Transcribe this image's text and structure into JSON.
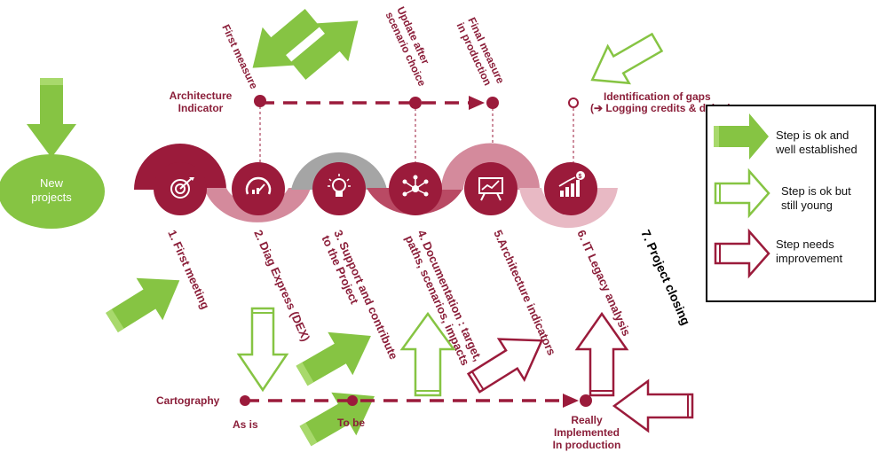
{
  "colors": {
    "green": "#86c443",
    "green_light": "#a8d96c",
    "maroon": "#9b1b3b",
    "maroon_mid": "#b94a64",
    "pink": "#d48a9c",
    "pink_light": "#e8b9c4",
    "gray": "#a5a5a5"
  },
  "new_projects": "New\nprojects",
  "architecture_indicator": "Architecture\nIndicator",
  "top_labels": {
    "first_measure": "First measure",
    "update": "Update after\nscenario choice",
    "final": "Final measure\nin production",
    "gaps": "Identification of gaps\n(➔ Logging  credits & debts)"
  },
  "steps": [
    "1. First meeting",
    "2. Diag Express (DEX)",
    "3. Support and contribute\nto the Project",
    "4. Documentation : target,\npaths, scenarios, impacts",
    "5.Architecture indicators",
    "6. IT Legacy analysis"
  ],
  "project_closing": "7. Project closing",
  "cartography": "Cartography",
  "bottom_labels": {
    "as_is": "As is",
    "to_be": "To be",
    "really": "Really\nImplemented\nIn production"
  },
  "icons": [
    "target-icon",
    "gauge-icon",
    "lightbulb-icon",
    "network-icon",
    "presentation-icon",
    "growth-chart-icon"
  ],
  "legend": [
    {
      "style": "solid-green",
      "text": "Step is ok and\nwell established"
    },
    {
      "style": "outline-green",
      "text": "Step is ok but\nstill young"
    },
    {
      "style": "outline-maroon",
      "text": "Step needs\nimprovement"
    }
  ]
}
